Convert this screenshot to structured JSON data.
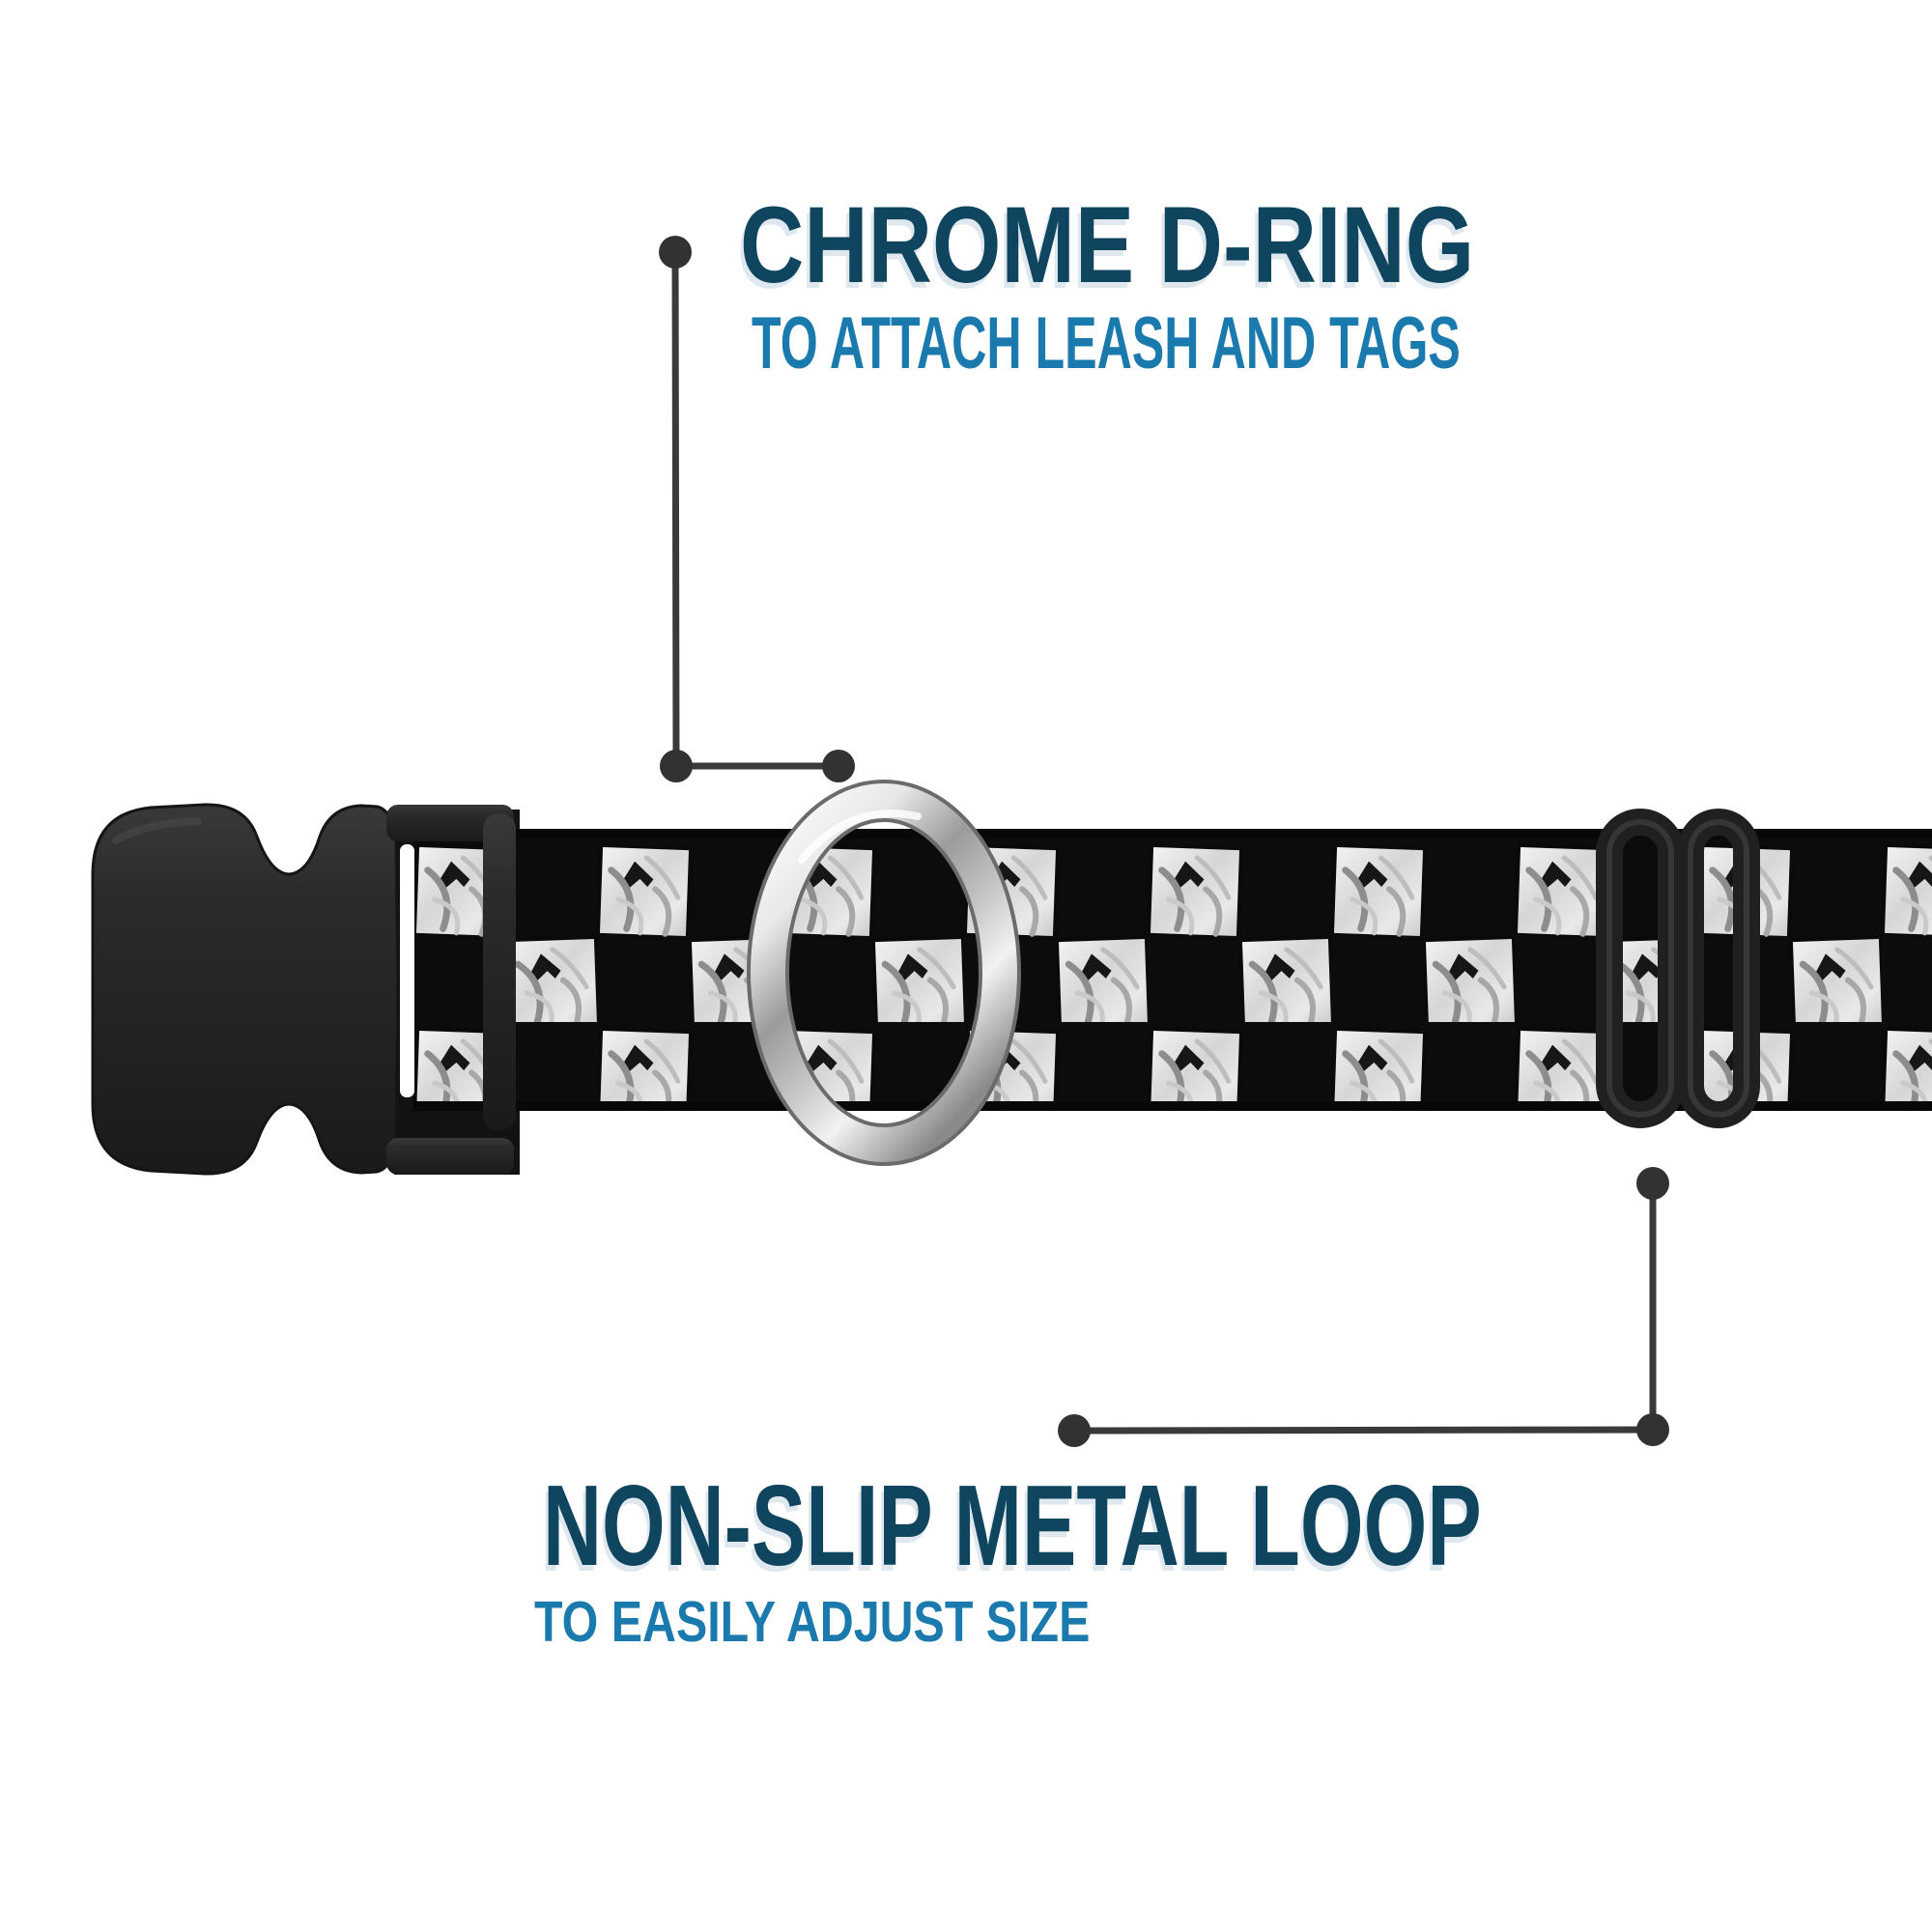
{
  "annotations": {
    "top": {
      "title": "CHROME D-RING",
      "subtitle": "TO ATTACH LEASH AND TAGS"
    },
    "bottom": {
      "title": "NON-SLIP METAL LOOP",
      "subtitle": "TO EASILY ADJUST SIZE"
    }
  },
  "colors": {
    "title_navy": "#0f455f",
    "subtitle_blue": "#1b7aad",
    "callout_gray": "#373737",
    "buckle_black": "#242426",
    "webbing_black": "#0d0c0c",
    "pattern_light_gray": "#dcdcdc",
    "chrome_silver": "#c9c9c9",
    "background": "#ffffff"
  }
}
